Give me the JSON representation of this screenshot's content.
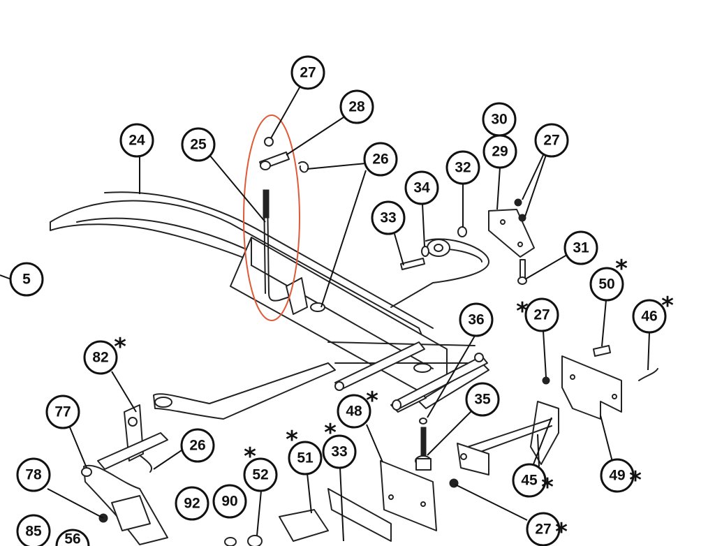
{
  "diagram": {
    "highlight_color": "#e05a35",
    "ink_color": "#111111",
    "callouts": [
      {
        "id": "c27a",
        "label": "27",
        "star": ""
      },
      {
        "id": "c28",
        "label": "28",
        "star": ""
      },
      {
        "id": "c24",
        "label": "24",
        "star": ""
      },
      {
        "id": "c25",
        "label": "25",
        "star": ""
      },
      {
        "id": "c26a",
        "label": "26",
        "star": ""
      },
      {
        "id": "c30",
        "label": "30",
        "star": ""
      },
      {
        "id": "c29",
        "label": "29",
        "star": ""
      },
      {
        "id": "c27b",
        "label": "27",
        "star": ""
      },
      {
        "id": "c32",
        "label": "32",
        "star": ""
      },
      {
        "id": "c34",
        "label": "34",
        "star": ""
      },
      {
        "id": "c33a",
        "label": "33",
        "star": ""
      },
      {
        "id": "c31",
        "label": "31",
        "star": ""
      },
      {
        "id": "c5",
        "label": "5",
        "star": ""
      },
      {
        "id": "c50",
        "label": "50",
        "star": "*"
      },
      {
        "id": "c27c",
        "label": "27",
        "star": "*"
      },
      {
        "id": "c46",
        "label": "46",
        "star": "*"
      },
      {
        "id": "c36",
        "label": "36",
        "star": ""
      },
      {
        "id": "c82",
        "label": "82",
        "star": "*"
      },
      {
        "id": "c35",
        "label": "35",
        "star": ""
      },
      {
        "id": "c77",
        "label": "77",
        "star": ""
      },
      {
        "id": "c48",
        "label": "48",
        "star": "*"
      },
      {
        "id": "c26b",
        "label": "26",
        "star": ""
      },
      {
        "id": "c51",
        "label": "51",
        "star": "*"
      },
      {
        "id": "c33b",
        "label": "33",
        "star": "*"
      },
      {
        "id": "c52",
        "label": "52",
        "star": "*"
      },
      {
        "id": "c78",
        "label": "78",
        "star": ""
      },
      {
        "id": "c45",
        "label": "45",
        "star": "*"
      },
      {
        "id": "c49",
        "label": "49",
        "star": "*"
      },
      {
        "id": "c92",
        "label": "92",
        "star": ""
      },
      {
        "id": "c90",
        "label": "90",
        "star": ""
      },
      {
        "id": "c27d",
        "label": "27",
        "star": "*"
      },
      {
        "id": "c85",
        "label": "85",
        "star": ""
      },
      {
        "id": "c56",
        "label": "56",
        "star": ""
      }
    ]
  }
}
